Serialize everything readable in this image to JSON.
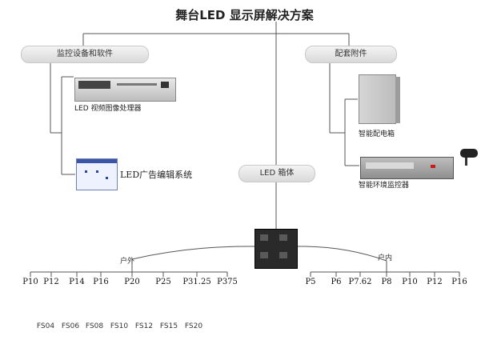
{
  "title": "舞台LED 显示屏解决方案",
  "left_branch": {
    "label": "监控设备和软件",
    "items": [
      {
        "label": "LED 视频图像处理器",
        "icon": "video-processor-icon"
      },
      {
        "label": "LED广告编辑系统",
        "icon": "software-window-icon"
      }
    ]
  },
  "right_branch": {
    "label": "配套附件",
    "items": [
      {
        "label": "智能配电箱",
        "icon": "power-distribution-box-icon"
      },
      {
        "label": "智能环境监控器",
        "icon": "environment-monitor-icon"
      }
    ]
  },
  "center": {
    "label": "LED 箱体",
    "icon": "led-cabinet-icon"
  },
  "outdoor": {
    "label": "户外",
    "models": [
      "P10",
      "P12",
      "P14",
      "P16",
      "P20",
      "P25",
      "P31.25",
      "P375"
    ]
  },
  "indoor": {
    "label": "户内",
    "models": [
      "P5",
      "P6",
      "P7.62",
      "P8",
      "P10",
      "P12",
      "P16"
    ]
  },
  "fs_models": [
    "FS04",
    "FS06",
    "FS08",
    "FS10",
    "FS12",
    "FS15",
    "FS20"
  ]
}
